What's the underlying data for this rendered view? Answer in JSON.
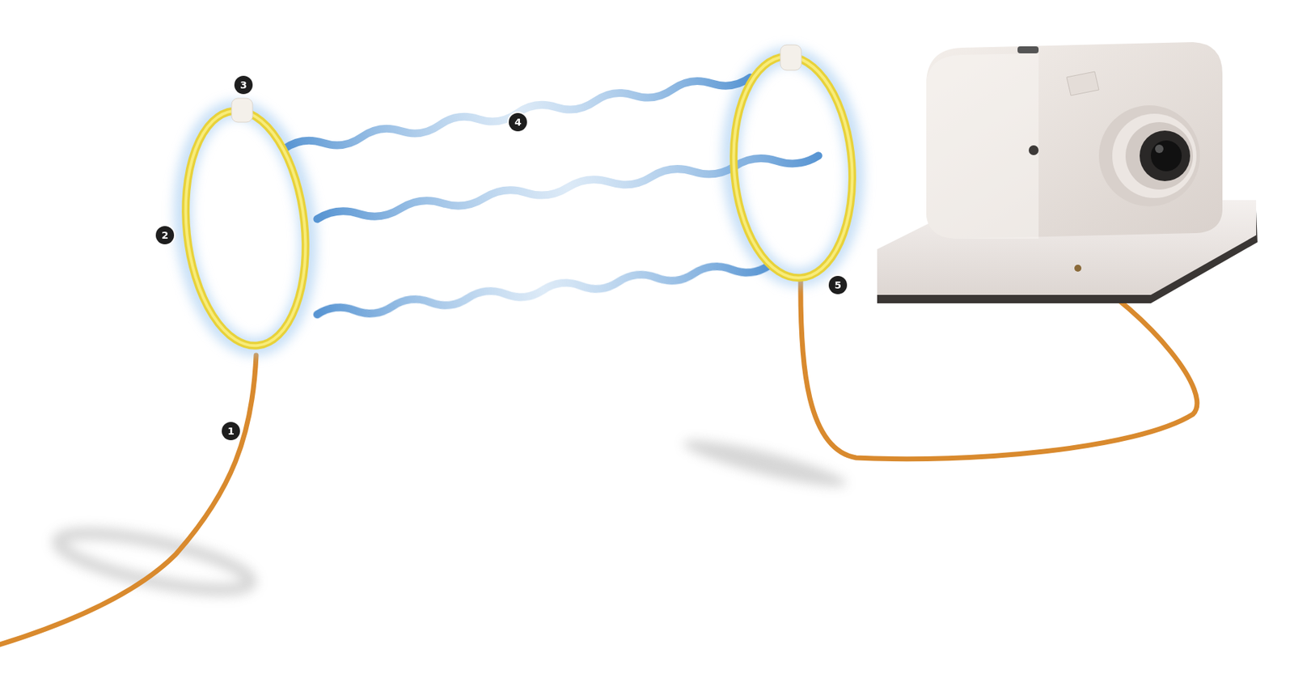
{
  "diagram": {
    "labels": [
      "3",
      "2",
      "4",
      "5",
      "1"
    ]
  }
}
